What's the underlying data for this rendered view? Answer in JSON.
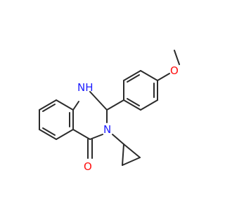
{
  "atoms": {
    "nitrogen_amine": {
      "label": "NH",
      "color": "#1c1cff"
    },
    "nitrogen_amide": {
      "label": "N",
      "color": "#1c1cff"
    },
    "oxygen_carbonyl": {
      "label": "O",
      "color": "#ff0d0d"
    },
    "oxygen_ether": {
      "label": "O",
      "color": "#ff0d0d"
    }
  },
  "bond_color": "#2b2b2b",
  "background": "#ffffff"
}
